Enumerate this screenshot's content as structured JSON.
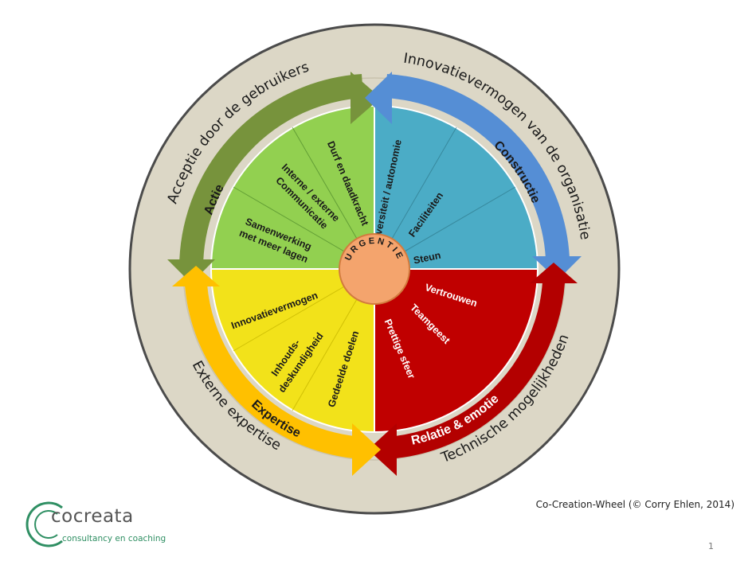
{
  "diagram": {
    "colors": {
      "outer_ring": "#dcd7c6",
      "outer_ring_border": "#4b4b4b",
      "center": "#f4a46d",
      "center_border": "#d27b3e",
      "actie": "#92d050",
      "actie_arrow": "#77933c",
      "constructie": "#4bacc6",
      "constructie_arrow": "#558ed5",
      "relatie": "#c00000",
      "relatie_arrow": "#b30000",
      "expertise": "#f2e21a",
      "expertise_arrow": "#ffc000"
    },
    "outer_labels": {
      "top_left": "Acceptie door de gebruikers",
      "top_right": "Innovatievermogen van de organisatie",
      "bottom_right": "Technische mogelijkheden",
      "bottom_left": "Externe expertise"
    },
    "center_label": "URGENTIE",
    "quadrants": {
      "actie": {
        "title": "Actie",
        "items": [
          "Durf en daadkracht",
          "Interne / externe",
          "Communicatie",
          "Samenwerking",
          "met meer lagen"
        ]
      },
      "constructie": {
        "title": "Constructie",
        "items": [
          "Diversiteit / autonomie",
          "Faciliteiten",
          "Steun"
        ]
      },
      "relatie": {
        "title": "Relatie & emotie",
        "items": [
          "Vertrouwen",
          "Teamgeest",
          "Prettige sfeer"
        ]
      },
      "expertise": {
        "title": "Expertise",
        "items": [
          "Innovatievermogen",
          "Inhouds-",
          "deskundigheid",
          "Gedeelde doelen"
        ]
      }
    }
  },
  "footer": {
    "credit": "Co-Creation-Wheel (© Corry Ehlen, 2014)",
    "page_number": "1"
  },
  "logo": {
    "name": "cocreata",
    "tagline": "consultancy en coaching"
  }
}
